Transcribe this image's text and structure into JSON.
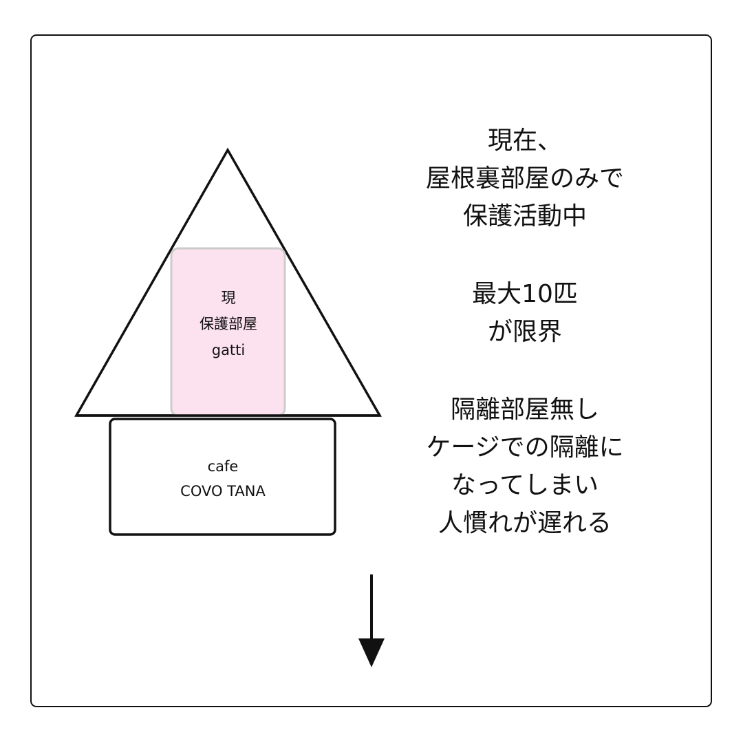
{
  "diagram": {
    "attic_room": {
      "lines": [
        "現",
        "保護部屋",
        "gatti"
      ],
      "fill_color": "#fce1ee"
    },
    "cafe": {
      "lines": [
        "cafe",
        "COVO TANA"
      ]
    },
    "notes": [
      {
        "lines": [
          "現在、",
          "屋根裏部屋のみで",
          "保護活動中"
        ]
      },
      {
        "lines": [
          "最大10匹",
          "が限界"
        ]
      },
      {
        "lines": [
          "隔離部屋無し",
          "ケージでの隔離に",
          "なってしまい",
          "人慣れが遅れる"
        ]
      }
    ]
  }
}
